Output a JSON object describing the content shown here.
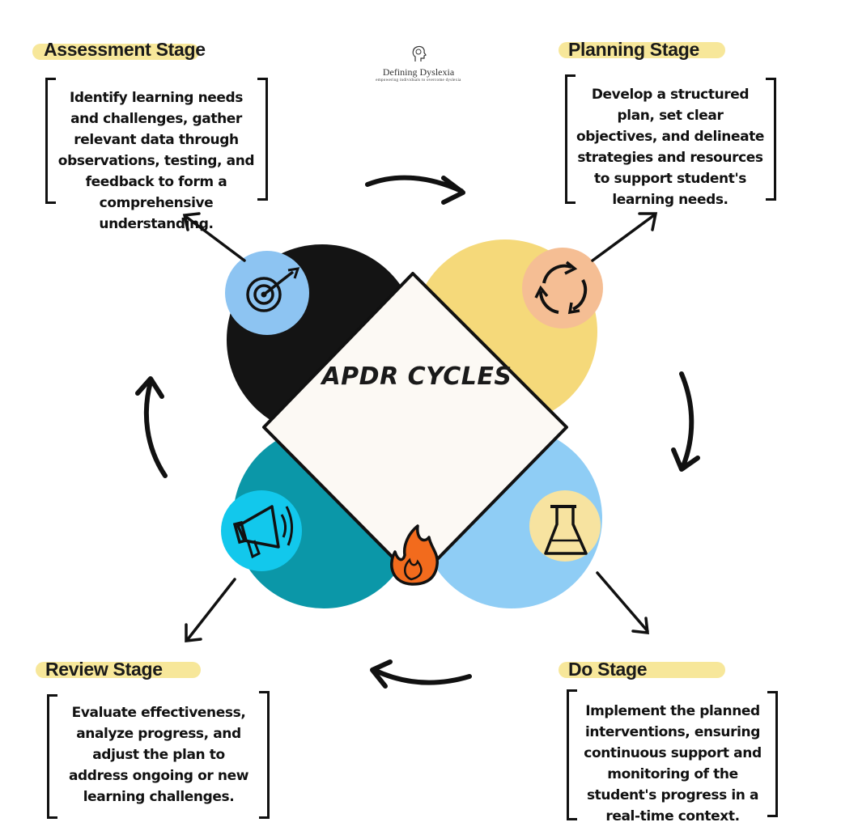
{
  "logo": {
    "name": "Defining Dyslexia",
    "tagline": "empowering individuals to overcome dyslexia"
  },
  "center": {
    "title": "APDR CYCLES"
  },
  "stages": {
    "assessment": {
      "title": "Assessment Stage",
      "lines": [
        "Identify learning needs",
        "and challenges, gather",
        "relevant data through",
        "observations, testing, and",
        "feedback to form a",
        "comprehensive",
        "understanding."
      ],
      "icon": "target-icon"
    },
    "planning": {
      "title": "Planning Stage",
      "lines": [
        "Develop a structured",
        "plan, set clear",
        "objectives, and delineate",
        "strategies and resources",
        "to support student's",
        "learning needs."
      ],
      "icon": "cycle-arrows-icon"
    },
    "do": {
      "title": "Do Stage",
      "lines": [
        "Implement the planned",
        "interventions, ensuring",
        "continuous support and",
        "monitoring of the",
        "student's progress in a",
        "real-time context."
      ],
      "icon": "flask-icon"
    },
    "review": {
      "title": "Review Stage",
      "lines": [
        "Evaluate effectiveness,",
        "analyze progress, and",
        "adjust the plan to",
        "address ongoing or new",
        "learning challenges."
      ],
      "icon": "megaphone-icon"
    }
  },
  "colors": {
    "assessment_petal": "#141414",
    "planning_petal": "#f5d97a",
    "do_petal": "#8fcdf5",
    "review_petal": "#0b97a8",
    "center_square": "#fcf9f4",
    "title_highlight": "#f7e79a",
    "target_badge": "#8dc4f2",
    "cycle_badge": "#f5be94",
    "flask_badge": "#f7e3a0",
    "megaphone_badge": "#12c8ec",
    "flame": "#f26b1d"
  }
}
